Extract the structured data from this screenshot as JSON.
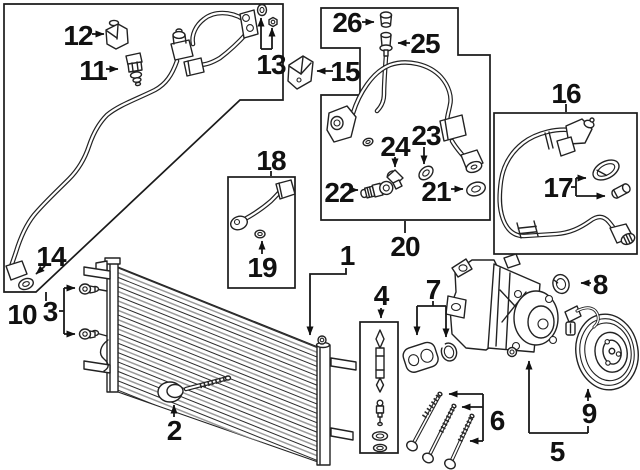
{
  "canvas": {
    "background": "#ffffff",
    "ink": "#222222",
    "box_line": "#1a1a1a",
    "shade": "#9a9a9a"
  },
  "callouts": {
    "c1": "1",
    "c2": "2",
    "c3": "3",
    "c4": "4",
    "c5": "5",
    "c6": "6",
    "c7": "7",
    "c8": "8",
    "c9": "9",
    "c10": "10",
    "c11": "11",
    "c12": "12",
    "c13": "13",
    "c14": "14",
    "c15": "15",
    "c16": "16",
    "c17": "17",
    "c18": "18",
    "c19": "19",
    "c20": "20",
    "c21": "21",
    "c22": "22",
    "c23": "23",
    "c24": "24",
    "c25": "25",
    "c26": "26"
  }
}
